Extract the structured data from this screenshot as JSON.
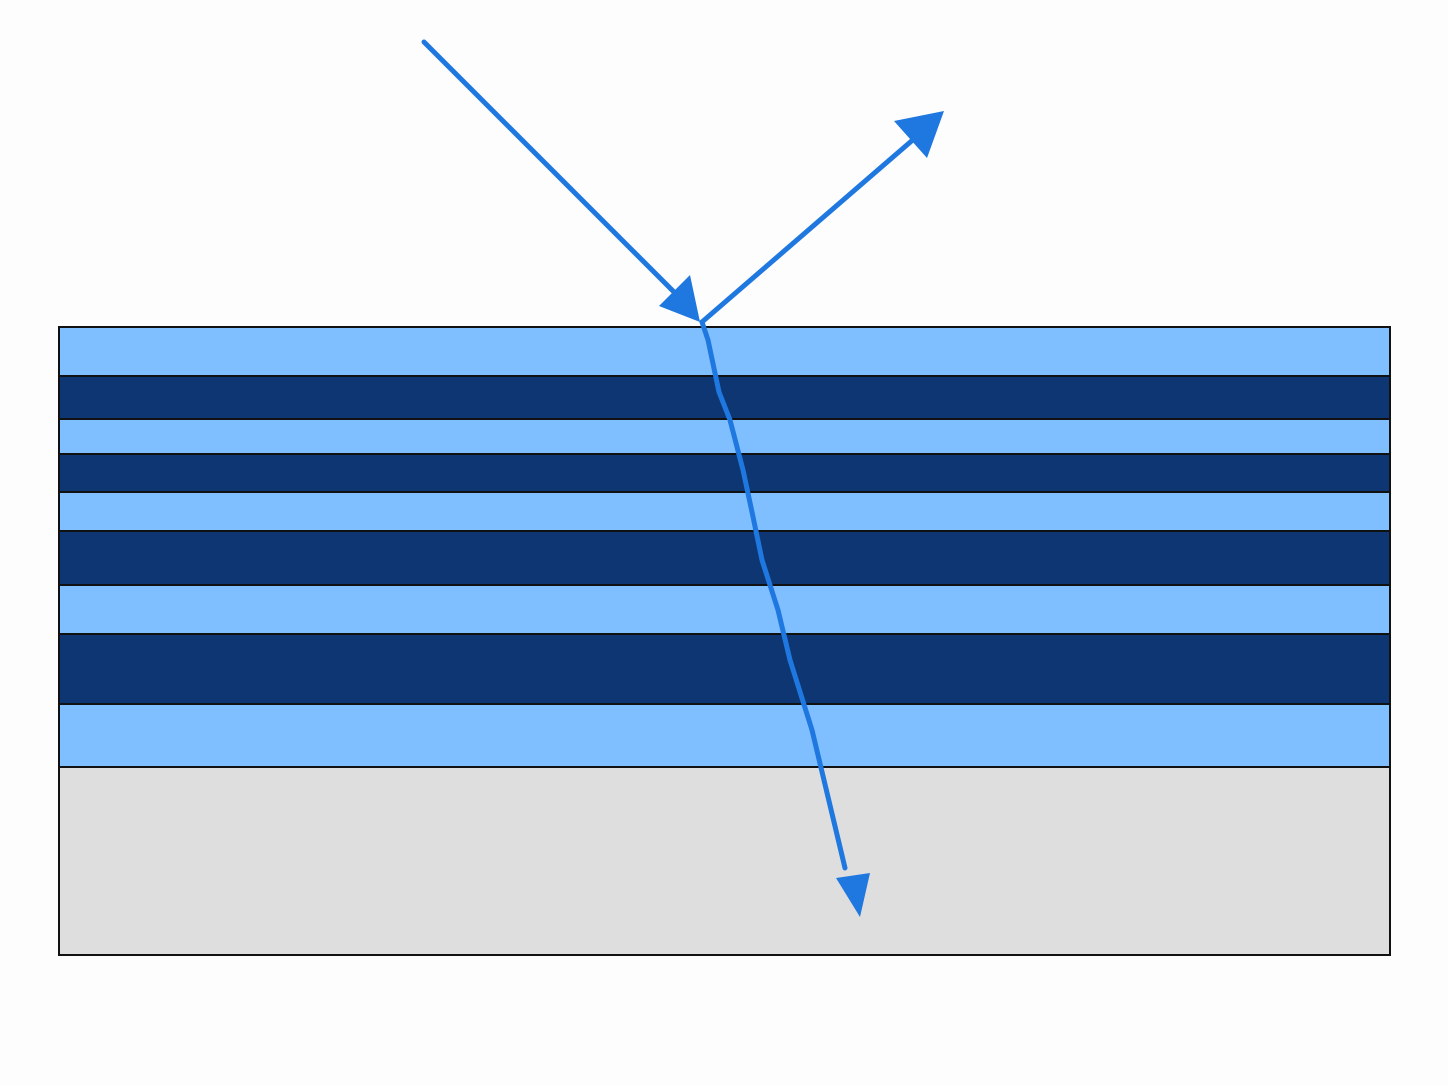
{
  "colors": {
    "background": "#fdfdfd",
    "light_layer": "#80bfff",
    "dark_layer": "#0d3673",
    "substrate": "#dedede",
    "outline": "#111111",
    "ray": "#1f78e0"
  },
  "layers": [
    {
      "kind": "light"
    },
    {
      "kind": "dark"
    },
    {
      "kind": "light"
    },
    {
      "kind": "dark"
    },
    {
      "kind": "light"
    },
    {
      "kind": "dark"
    },
    {
      "kind": "light"
    },
    {
      "kind": "dark"
    },
    {
      "kind": "light"
    },
    {
      "kind": "substrate"
    }
  ],
  "rays": [
    {
      "role": "incident",
      "arrowhead": "at-interface"
    },
    {
      "role": "reflected",
      "arrowhead": "at-end"
    },
    {
      "role": "transmitted",
      "arrowhead": "at-end"
    }
  ]
}
